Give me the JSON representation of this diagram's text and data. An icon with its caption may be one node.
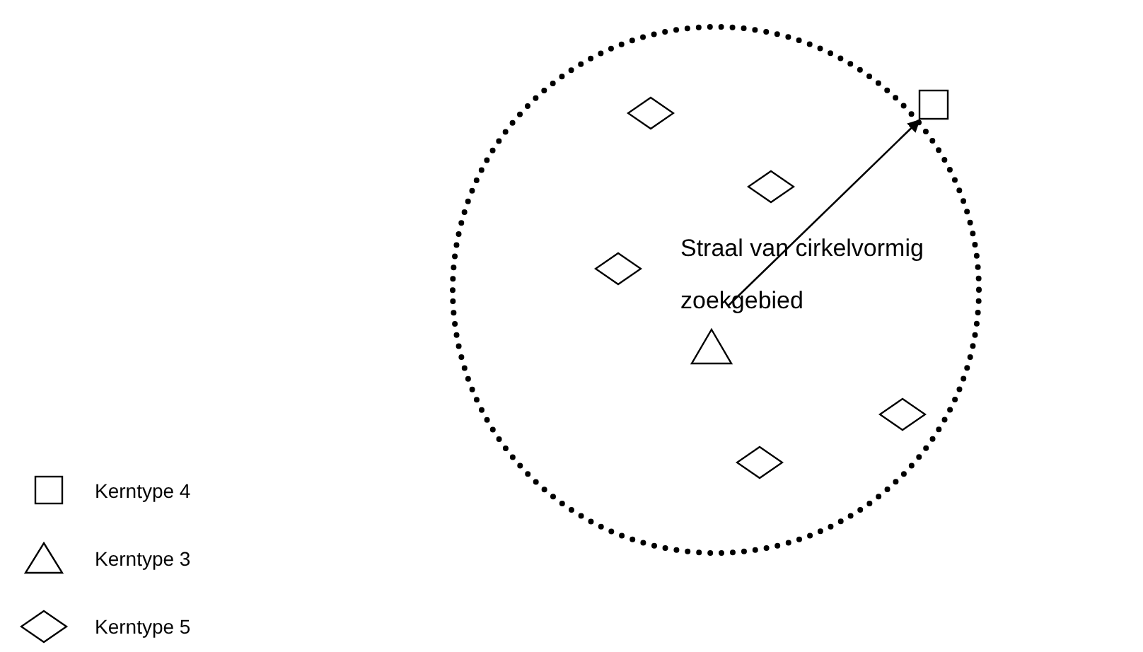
{
  "diagram": {
    "nodes": [
      {
        "text": [],
        "shape": "circle"
      },
      {
        "text": [],
        "shape": "diamond",
        "in": 0
      },
      {
        "text": [],
        "shape": "box"
      },
      {
        "text": [],
        "shape": "diamond",
        "in": 0
      },
      {
        "text": [],
        "shape": "diamond",
        "in": 0
      },
      {
        "text": [],
        "shape": "triangle",
        "in": 0
      },
      {
        "text": [],
        "shape": "diamond",
        "in": 0
      },
      {
        "text": [],
        "shape": "diamond",
        "in": 0
      }
    ],
    "edges": [
      {
        "from": 5,
        "to": 2,
        "arrow": "to"
      }
    ],
    "labels": [
      "Straal van cirkelvormig zoekgebied"
    ],
    "legend": [
      {
        "text": "Kerntype 4"
      },
      {
        "text": "Kerntype 3"
      },
      {
        "text": "Kerntype 5"
      }
    ]
  }
}
